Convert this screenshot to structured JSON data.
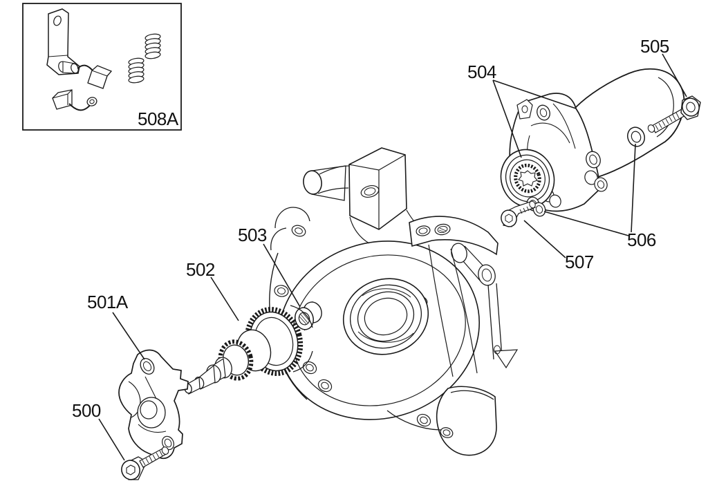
{
  "diagram": {
    "background_color": "#ffffff",
    "line_color": "#1a1a1a",
    "callouts": [
      {
        "id": "500",
        "text": "500"
      },
      {
        "id": "501A",
        "text": "501A"
      },
      {
        "id": "502",
        "text": "502"
      },
      {
        "id": "503",
        "text": "503"
      },
      {
        "id": "504",
        "text": "504"
      },
      {
        "id": "505",
        "text": "505"
      },
      {
        "id": "506",
        "text": "506"
      },
      {
        "id": "507",
        "text": "507"
      },
      {
        "id": "508A",
        "text": "508A"
      }
    ]
  }
}
